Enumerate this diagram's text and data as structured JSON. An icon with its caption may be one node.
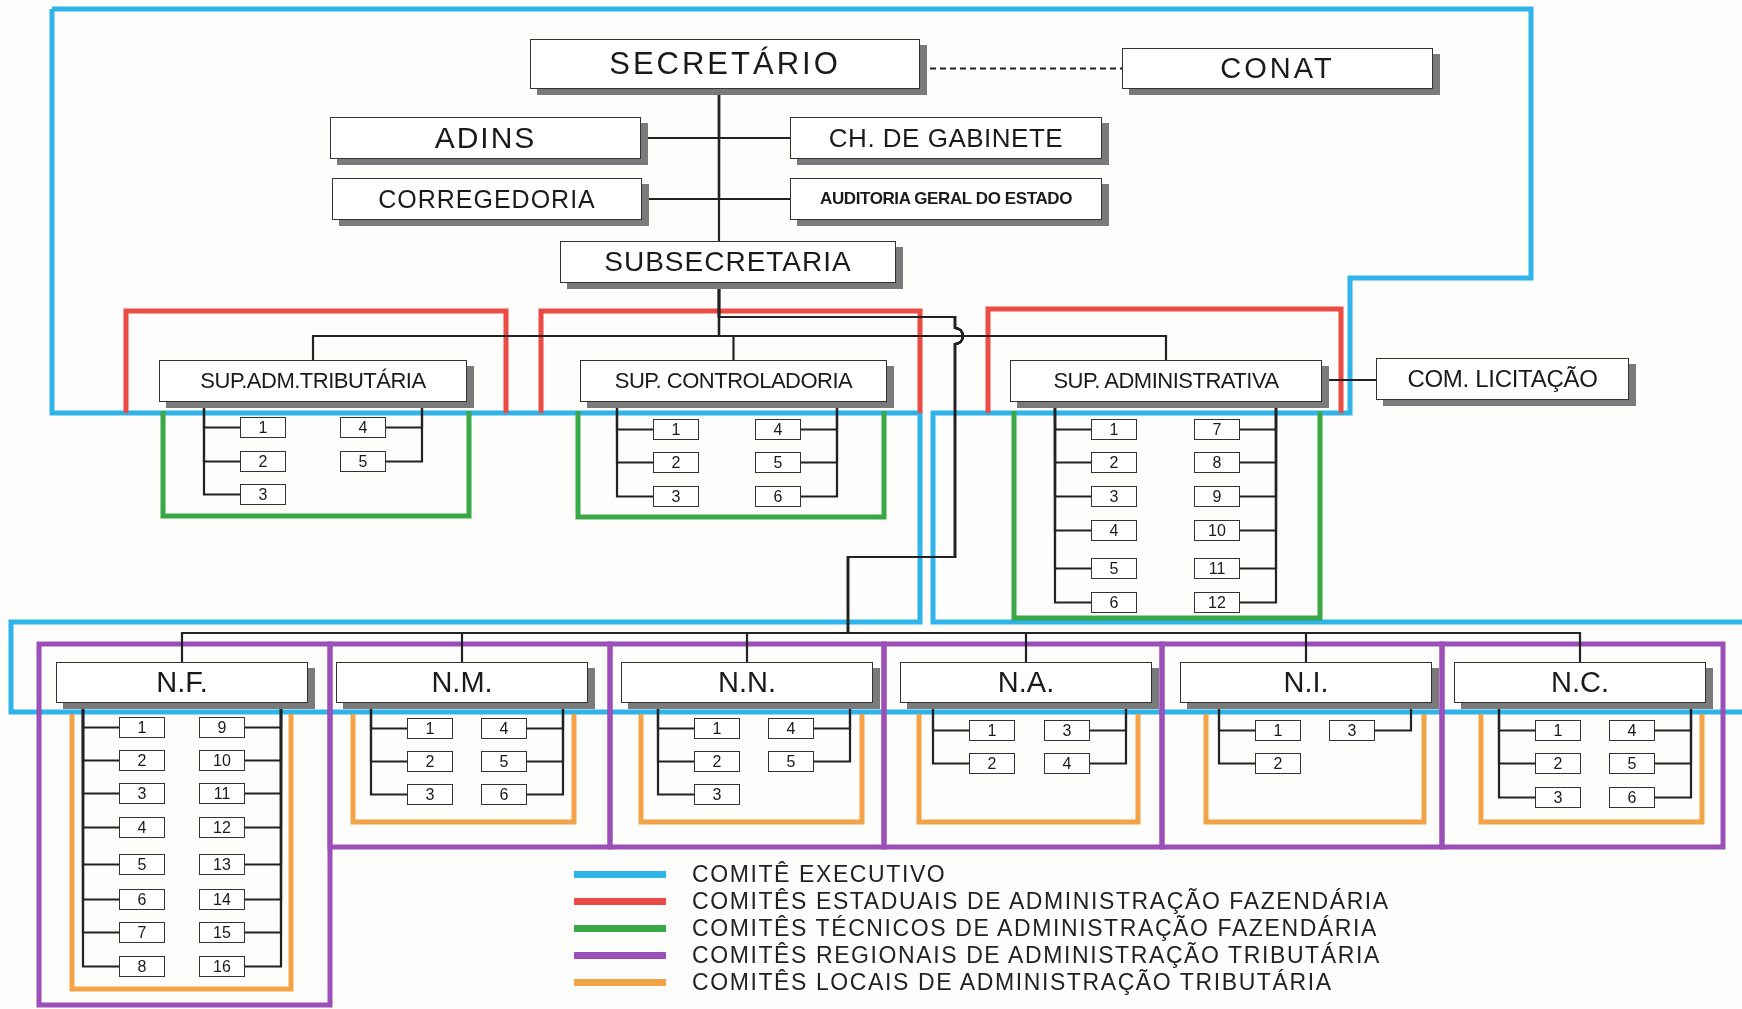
{
  "diagram": {
    "nodes": [
      {
        "text": [
          "SECRETÁRIO"
        ]
      },
      {
        "text": [
          "CONAT"
        ]
      },
      {
        "text": [
          "ADINS"
        ]
      },
      {
        "text": [
          "CH. DE GABINETE"
        ]
      },
      {
        "text": [
          "CORREGEDORIA"
        ]
      },
      {
        "text": [
          "AUDITORIA GERAL DO ESTADO"
        ]
      },
      {
        "text": [
          "SUBSECRETARIA"
        ]
      },
      {
        "text": [
          "SUP.ADM.TRIBUTÁRIA"
        ]
      },
      {
        "text": [
          "SUP. CONTROLADORIA"
        ]
      },
      {
        "text": [
          "SUP. ADMINISTRATIVA"
        ]
      },
      {
        "text": [
          "COM. LICITAÇÃO"
        ]
      },
      {
        "text": [
          "1"
        ]
      },
      {
        "text": [
          "2"
        ]
      },
      {
        "text": [
          "3"
        ]
      },
      {
        "text": [
          "4"
        ]
      },
      {
        "text": [
          "5"
        ]
      },
      {
        "text": [
          "1"
        ]
      },
      {
        "text": [
          "2"
        ]
      },
      {
        "text": [
          "3"
        ]
      },
      {
        "text": [
          "4"
        ]
      },
      {
        "text": [
          "5"
        ]
      },
      {
        "text": [
          "6"
        ]
      },
      {
        "text": [
          "1"
        ]
      },
      {
        "text": [
          "2"
        ]
      },
      {
        "text": [
          "3"
        ]
      },
      {
        "text": [
          "4"
        ]
      },
      {
        "text": [
          "5"
        ]
      },
      {
        "text": [
          "6"
        ]
      },
      {
        "text": [
          "7"
        ]
      },
      {
        "text": [
          "8"
        ]
      },
      {
        "text": [
          "9"
        ]
      },
      {
        "text": [
          "10"
        ]
      },
      {
        "text": [
          "11"
        ]
      },
      {
        "text": [
          "12"
        ]
      },
      {
        "text": [
          "N.F."
        ]
      },
      {
        "text": [
          "1"
        ]
      },
      {
        "text": [
          "2"
        ]
      },
      {
        "text": [
          "3"
        ]
      },
      {
        "text": [
          "4"
        ]
      },
      {
        "text": [
          "5"
        ]
      },
      {
        "text": [
          "6"
        ]
      },
      {
        "text": [
          "7"
        ]
      },
      {
        "text": [
          "8"
        ]
      },
      {
        "text": [
          "9"
        ]
      },
      {
        "text": [
          "10"
        ]
      },
      {
        "text": [
          "11"
        ]
      },
      {
        "text": [
          "12"
        ]
      },
      {
        "text": [
          "13"
        ]
      },
      {
        "text": [
          "14"
        ]
      },
      {
        "text": [
          "15"
        ]
      },
      {
        "text": [
          "16"
        ]
      },
      {
        "text": [
          "N.M."
        ]
      },
      {
        "text": [
          "1"
        ]
      },
      {
        "text": [
          "2"
        ]
      },
      {
        "text": [
          "3"
        ]
      },
      {
        "text": [
          "4"
        ]
      },
      {
        "text": [
          "5"
        ]
      },
      {
        "text": [
          "6"
        ]
      },
      {
        "text": [
          "N.N."
        ]
      },
      {
        "text": [
          "1"
        ]
      },
      {
        "text": [
          "2"
        ]
      },
      {
        "text": [
          "3"
        ]
      },
      {
        "text": [
          "4"
        ]
      },
      {
        "text": [
          "5"
        ]
      },
      {
        "text": [
          "N.A."
        ]
      },
      {
        "text": [
          "1"
        ]
      },
      {
        "text": [
          "2"
        ]
      },
      {
        "text": [
          "3"
        ]
      },
      {
        "text": [
          "4"
        ]
      },
      {
        "text": [
          "N.I."
        ]
      },
      {
        "text": [
          "1"
        ]
      },
      {
        "text": [
          "2"
        ]
      },
      {
        "text": [
          "3"
        ]
      },
      {
        "text": [
          "N.C."
        ]
      },
      {
        "text": [
          "1"
        ]
      },
      {
        "text": [
          "2"
        ]
      },
      {
        "text": [
          "3"
        ]
      },
      {
        "text": [
          "4"
        ]
      },
      {
        "text": [
          "5"
        ]
      },
      {
        "text": [
          "6"
        ]
      }
    ],
    "edges": [
      {
        "from": 0,
        "to": 1,
        "arrow": "none",
        "style": "dashed"
      },
      {
        "from": 0,
        "to": 2,
        "arrow": "none"
      },
      {
        "from": 0,
        "to": 3,
        "arrow": "none"
      },
      {
        "from": 0,
        "to": 4,
        "arrow": "none"
      },
      {
        "from": 0,
        "to": 5,
        "arrow": "none"
      },
      {
        "from": 0,
        "to": 6,
        "arrow": "none"
      },
      {
        "from": 6,
        "to": 7,
        "arrow": "none"
      },
      {
        "from": 6,
        "to": 8,
        "arrow": "none"
      },
      {
        "from": 6,
        "to": 9,
        "arrow": "none"
      },
      {
        "from": 6,
        "to": 34,
        "arrow": "none"
      },
      {
        "from": 6,
        "to": 51,
        "arrow": "none"
      },
      {
        "from": 6,
        "to": 58,
        "arrow": "none"
      },
      {
        "from": 6,
        "to": 64,
        "arrow": "none"
      },
      {
        "from": 6,
        "to": 69,
        "arrow": "none"
      },
      {
        "from": 6,
        "to": 73,
        "arrow": "none"
      },
      {
        "from": 9,
        "to": 10,
        "arrow": "none"
      },
      {
        "from": 7,
        "to": 11,
        "arrow": "none"
      },
      {
        "from": 7,
        "to": 12,
        "arrow": "none"
      },
      {
        "from": 7,
        "to": 13,
        "arrow": "none"
      },
      {
        "from": 7,
        "to": 14,
        "arrow": "none"
      },
      {
        "from": 7,
        "to": 15,
        "arrow": "none"
      },
      {
        "from": 8,
        "to": 16,
        "arrow": "none"
      },
      {
        "from": 8,
        "to": 17,
        "arrow": "none"
      },
      {
        "from": 8,
        "to": 18,
        "arrow": "none"
      },
      {
        "from": 8,
        "to": 19,
        "arrow": "none"
      },
      {
        "from": 8,
        "to": 20,
        "arrow": "none"
      },
      {
        "from": 8,
        "to": 21,
        "arrow": "none"
      },
      {
        "from": 9,
        "to": 22,
        "arrow": "none"
      },
      {
        "from": 9,
        "to": 23,
        "arrow": "none"
      },
      {
        "from": 9,
        "to": 24,
        "arrow": "none"
      },
      {
        "from": 9,
        "to": 25,
        "arrow": "none"
      },
      {
        "from": 9,
        "to": 26,
        "arrow": "none"
      },
      {
        "from": 9,
        "to": 27,
        "arrow": "none"
      },
      {
        "from": 9,
        "to": 28,
        "arrow": "none"
      },
      {
        "from": 9,
        "to": 29,
        "arrow": "none"
      },
      {
        "from": 9,
        "to": 30,
        "arrow": "none"
      },
      {
        "from": 9,
        "to": 31,
        "arrow": "none"
      },
      {
        "from": 9,
        "to": 32,
        "arrow": "none"
      },
      {
        "from": 9,
        "to": 33,
        "arrow": "none"
      },
      {
        "from": 34,
        "to": 35,
        "arrow": "none"
      },
      {
        "from": 34,
        "to": 36,
        "arrow": "none"
      },
      {
        "from": 34,
        "to": 37,
        "arrow": "none"
      },
      {
        "from": 34,
        "to": 38,
        "arrow": "none"
      },
      {
        "from": 34,
        "to": 39,
        "arrow": "none"
      },
      {
        "from": 34,
        "to": 40,
        "arrow": "none"
      },
      {
        "from": 34,
        "to": 41,
        "arrow": "none"
      },
      {
        "from": 34,
        "to": 42,
        "arrow": "none"
      },
      {
        "from": 34,
        "to": 43,
        "arrow": "none"
      },
      {
        "from": 34,
        "to": 44,
        "arrow": "none"
      },
      {
        "from": 34,
        "to": 45,
        "arrow": "none"
      },
      {
        "from": 34,
        "to": 46,
        "arrow": "none"
      },
      {
        "from": 34,
        "to": 47,
        "arrow": "none"
      },
      {
        "from": 34,
        "to": 48,
        "arrow": "none"
      },
      {
        "from": 34,
        "to": 49,
        "arrow": "none"
      },
      {
        "from": 34,
        "to": 50,
        "arrow": "none"
      },
      {
        "from": 51,
        "to": 52,
        "arrow": "none"
      },
      {
        "from": 51,
        "to": 53,
        "arrow": "none"
      },
      {
        "from": 51,
        "to": 54,
        "arrow": "none"
      },
      {
        "from": 51,
        "to": 55,
        "arrow": "none"
      },
      {
        "from": 51,
        "to": 56,
        "arrow": "none"
      },
      {
        "from": 51,
        "to": 57,
        "arrow": "none"
      },
      {
        "from": 58,
        "to": 59,
        "arrow": "none"
      },
      {
        "from": 58,
        "to": 60,
        "arrow": "none"
      },
      {
        "from": 58,
        "to": 61,
        "arrow": "none"
      },
      {
        "from": 58,
        "to": 62,
        "arrow": "none"
      },
      {
        "from": 58,
        "to": 63,
        "arrow": "none"
      },
      {
        "from": 64,
        "to": 65,
        "arrow": "none"
      },
      {
        "from": 64,
        "to": 66,
        "arrow": "none"
      },
      {
        "from": 64,
        "to": 67,
        "arrow": "none"
      },
      {
        "from": 64,
        "to": 68,
        "arrow": "none"
      },
      {
        "from": 69,
        "to": 70,
        "arrow": "none"
      },
      {
        "from": 69,
        "to": 71,
        "arrow": "none"
      },
      {
        "from": 69,
        "to": 72,
        "arrow": "none"
      },
      {
        "from": 73,
        "to": 74,
        "arrow": "none"
      },
      {
        "from": 73,
        "to": 75,
        "arrow": "none"
      },
      {
        "from": 73,
        "to": 76,
        "arrow": "none"
      },
      {
        "from": 73,
        "to": 77,
        "arrow": "none"
      },
      {
        "from": 73,
        "to": 78,
        "arrow": "none"
      },
      {
        "from": 73,
        "to": 79,
        "arrow": "none"
      }
    ],
    "legend": [
      {
        "text": "COMITÊ EXECUTIVO",
        "color": "#2fb4e9"
      },
      {
        "text": "COMITÊS ESTADUAIS DE ADMINISTRAÇÃO FAZENDÁRIA",
        "color": "#ec4a45"
      },
      {
        "text": "COMITÊS TÉCNICOS DE ADMINISTRAÇÃO FAZENDÁRIA",
        "color": "#3aa847"
      },
      {
        "text": "COMITÊS REGIONAIS DE ADMINISTRAÇÃO TRIBUTÁRIA",
        "color": "#9c4fb8"
      },
      {
        "text": "COMITÊS LOCAIS DE ADMINISTRAÇÃO TRIBUTÁRIA",
        "color": "#f2a347"
      }
    ]
  }
}
